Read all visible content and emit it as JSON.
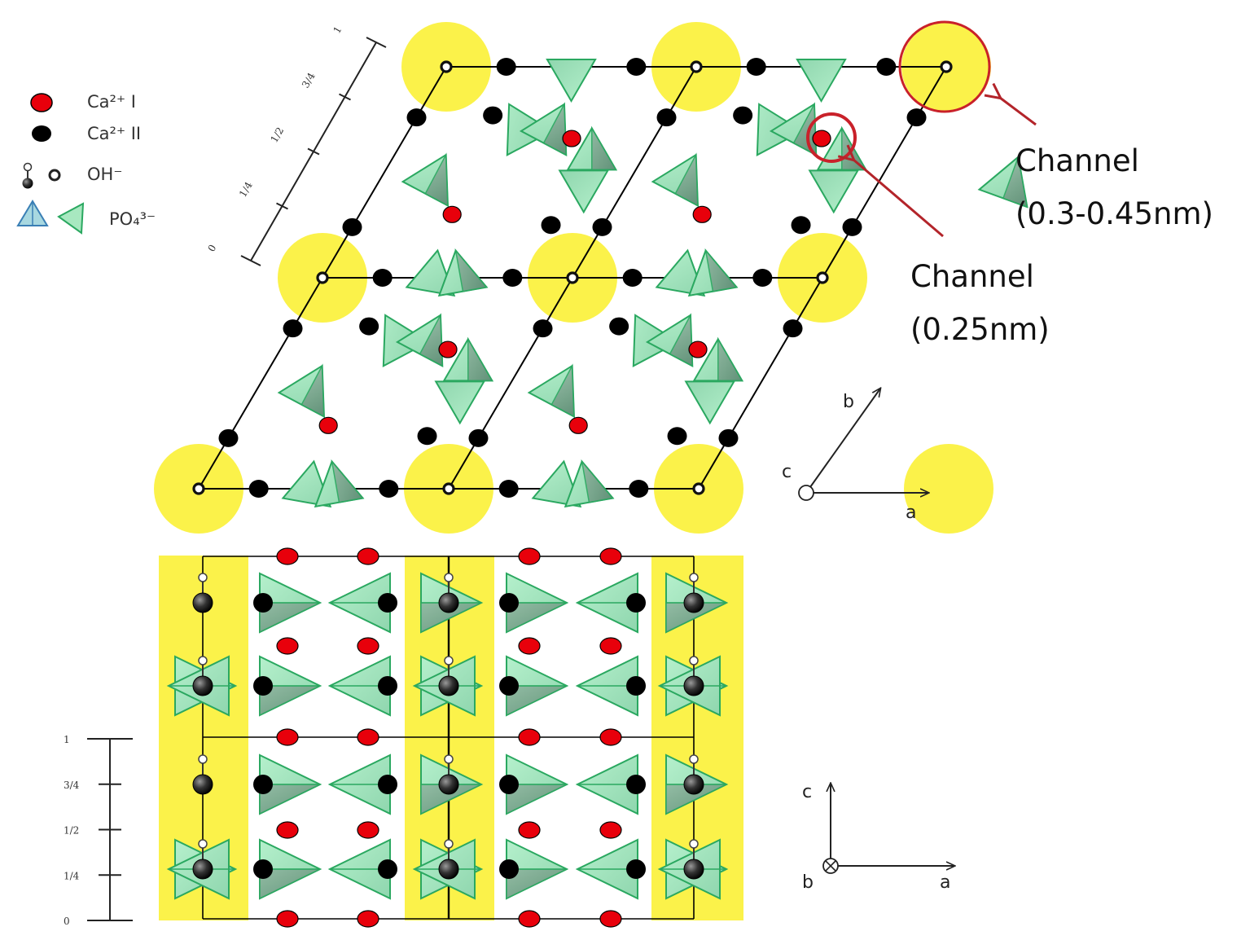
{
  "legend": {
    "ca1_label": "Ca²⁺ I",
    "ca2_label": "Ca²⁺ II",
    "oh_label": "OH⁻",
    "po4_label": "PO₄³⁻"
  },
  "top_scale_ticks": [
    "0",
    "1/4",
    "1/2",
    "3/4",
    "1"
  ],
  "bottom_scale_ticks": [
    "0",
    "1/4",
    "1/2",
    "3/4",
    "1"
  ],
  "callouts": [
    {
      "line1": "Channel",
      "line2": "(0.3-0.45nm)"
    },
    {
      "line1": "Channel",
      "line2": "(0.25nm)"
    }
  ],
  "top_axes": {
    "x": "a",
    "y": "b",
    "origin": "c"
  },
  "bottom_axes": {
    "x": "a",
    "y": "c",
    "origin": "b"
  },
  "colors": {
    "ca1": "#e8000b",
    "ca2": "#000000",
    "channel": "#fbf24a",
    "tetra_light": "#a8e8c0",
    "tetra_dark": "#6e9e86",
    "tetra_edge": "#2aa860",
    "callout": "#b3242a",
    "lattice": "#000000"
  }
}
